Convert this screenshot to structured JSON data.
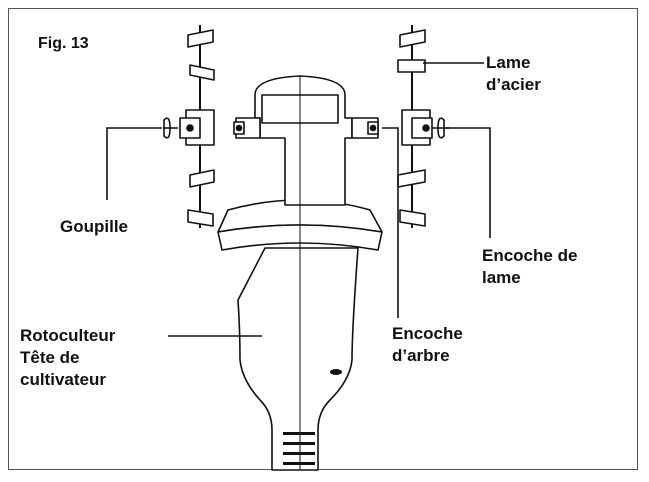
{
  "figure": {
    "label": "Fig. 13"
  },
  "labels": {
    "steel_blade_1": "Lame",
    "steel_blade_2": "d’acier",
    "pin": "Goupille",
    "blade_notch_1": "Encoche de",
    "blade_notch_2": "lame",
    "shaft_notch_1": "Encoche",
    "shaft_notch_2": "d’arbre",
    "head_1": "Rotoculteur",
    "head_2": "Tête de",
    "head_3": "cultivateur"
  }
}
